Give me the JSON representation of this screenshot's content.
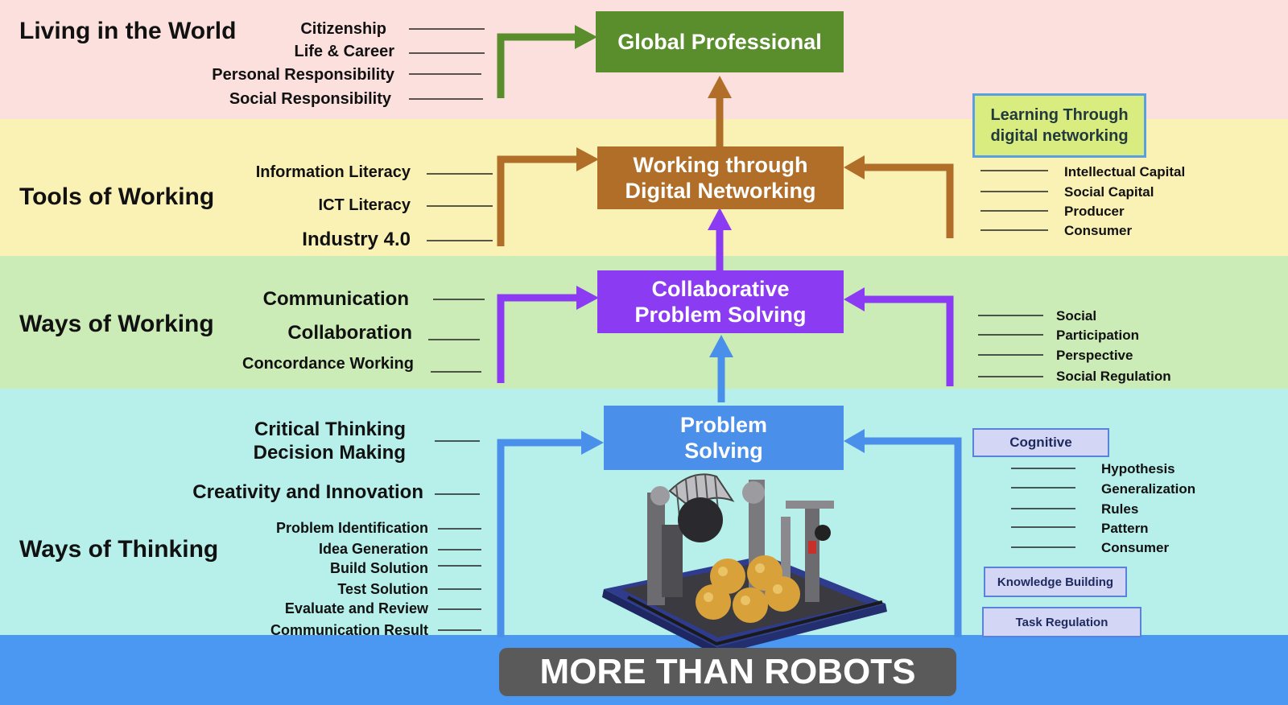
{
  "levels": {
    "world": "Living in the World",
    "tools": "Tools of Working",
    "ways_working": "Ways of Working",
    "ways_thinking": "Ways of Thinking"
  },
  "world_items": [
    "Citizenship",
    "Life & Career",
    "Personal Responsibility",
    "Social Responsibility"
  ],
  "tools_items": [
    "Information Literacy",
    "ICT Literacy",
    "Industry 4.0"
  ],
  "working_items": [
    "Communication",
    "Collaboration",
    "Concordance Working"
  ],
  "thinking_items": {
    "main": [
      "Critical Thinking",
      "Decision Making",
      "Creativity and Innovation"
    ],
    "process": [
      "Problem Identification",
      "Idea Generation",
      "Build Solution",
      "Test Solution",
      "Evaluate and Review",
      "Communication Result"
    ]
  },
  "boxes": {
    "global": "Global Professional",
    "digital_1": "Working through",
    "digital_2": "Digital Networking",
    "collab_1": "Collaborative",
    "collab_2": "Problem Solving",
    "problem_1": "Problem",
    "problem_2": "Solving"
  },
  "learning_tag_1": "Learning Through",
  "learning_tag_2": "digital networking",
  "digital_items": [
    "Intellectual Capital",
    "Social Capital",
    "Producer",
    "Consumer"
  ],
  "collab_items": [
    "Social",
    "Participation",
    "Perspective",
    "Social Regulation"
  ],
  "tags": {
    "cognitive": "Cognitive",
    "knowledge": "Knowledge Building",
    "task": "Task Regulation"
  },
  "cognitive_items": [
    "Hypothesis",
    "Generalization",
    "Rules",
    "Pattern",
    "Consumer"
  ],
  "footer": "MORE THAN ROBOTS",
  "colors": {
    "green": "#5a8e2c",
    "orange": "#b06e28",
    "purple": "#8b3cf2",
    "blue": "#4a90ea",
    "robot_frame": "#2f3b8c",
    "ball": "#d8a13a"
  },
  "icons": [
    "robot-image"
  ]
}
